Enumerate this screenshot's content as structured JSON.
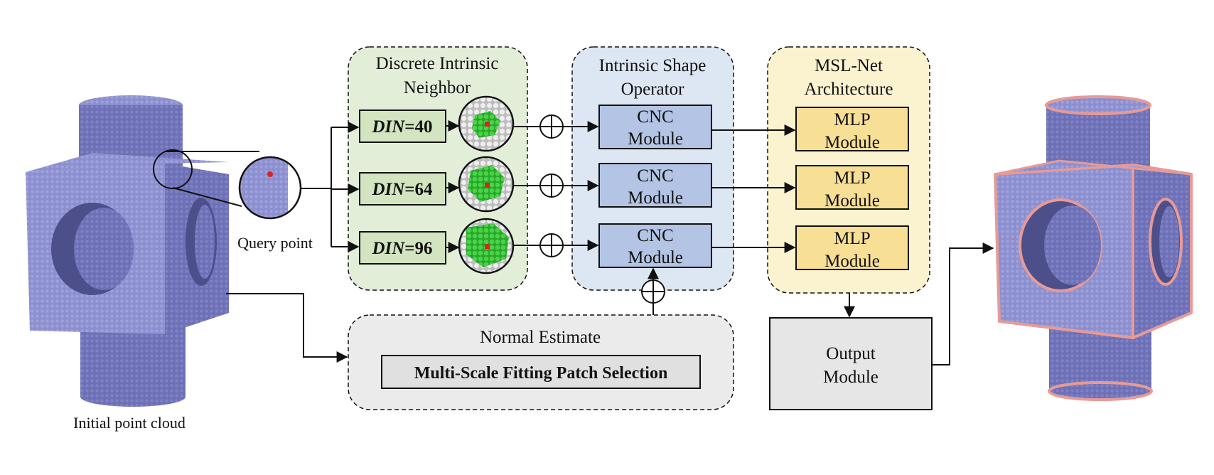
{
  "colors": {
    "cloud": "#8c8fcf",
    "cloud_dark": "#6a6db5",
    "edge_highlight": "#e79a96",
    "din_panel": "#e3eed8",
    "din_box": "#d2e4c0",
    "operator_panel": "#dde7f3",
    "cnc_box": "#b3c4e4",
    "msl_panel": "#fbf2cf",
    "mlp_box": "#f8df96",
    "estimate_panel": "#ebebeb",
    "output_box": "#e6e6e6",
    "query_marker": "#dd2222",
    "neighbor_green": "#37c637"
  },
  "labels": {
    "initial_cloud": "Initial point cloud",
    "query_point": "Query point"
  },
  "panels": {
    "din": {
      "title_line1": "Discrete Intrinsic",
      "title_line2": "Neighbor"
    },
    "operator": {
      "title_line1": "Intrinsic Shape",
      "title_line2": "Operator"
    },
    "msl": {
      "title_line1": "MSL-Net",
      "title_line2": "Architecture"
    },
    "estimate": {
      "title": "Normal Estimate",
      "patch_label": "Multi-Scale Fitting Patch Selection"
    }
  },
  "din_rows": [
    {
      "name": "DIN",
      "eq": "=40"
    },
    {
      "name": "DIN",
      "eq": "=64"
    },
    {
      "name": "DIN",
      "eq": "=96"
    }
  ],
  "cnc_modules": [
    {
      "line1": "CNC",
      "line2": "Module"
    },
    {
      "line1": "CNC",
      "line2": "Module"
    },
    {
      "line1": "CNC",
      "line2": "Module"
    }
  ],
  "mlp_modules": [
    {
      "line1": "MLP",
      "line2": "Module"
    },
    {
      "line1": "MLP",
      "line2": "Module"
    },
    {
      "line1": "MLP",
      "line2": "Module"
    }
  ],
  "output_module": {
    "line1": "Output",
    "line2": "Module"
  },
  "icons": {
    "cloud_input": "point-cloud-cube-icon",
    "cloud_output": "point-cloud-cube-edges-icon",
    "zoom": "query-zoom-icon",
    "neighborhood": "neighborhood-sphere-icon",
    "sum": "circle-plus-icon"
  }
}
